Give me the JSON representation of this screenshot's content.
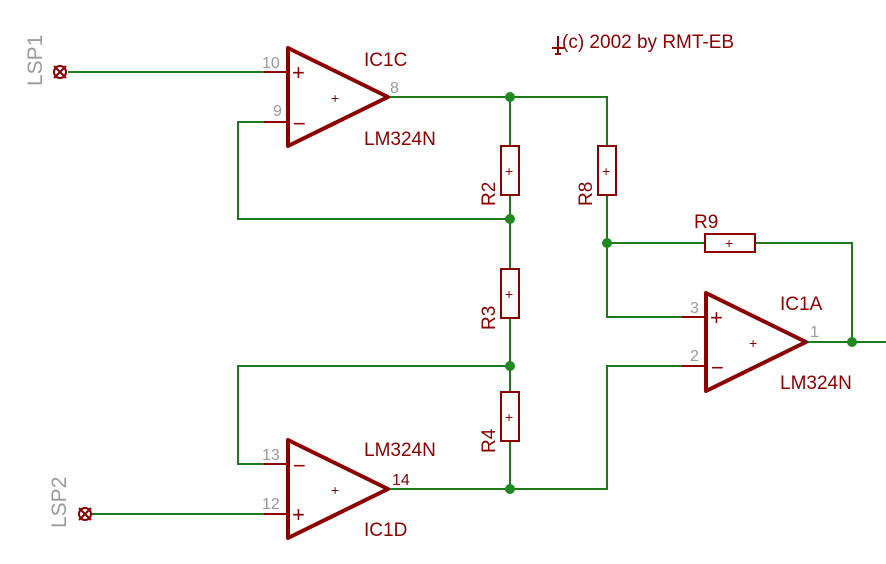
{
  "copyright": "(c) 2002 by RMT-EB",
  "connectors": {
    "lsp1": "LSP1",
    "lsp2": "LSP2"
  },
  "opamps": {
    "ic1c": {
      "name": "IC1C",
      "value": "LM324N",
      "pin_plus": "10",
      "pin_minus": "9",
      "pin_out": "8"
    },
    "ic1d": {
      "name": "IC1D",
      "value": "LM324N",
      "pin_plus": "12",
      "pin_minus": "13",
      "pin_out": "14"
    },
    "ic1a": {
      "name": "IC1A",
      "value": "LM324N",
      "pin_plus": "3",
      "pin_minus": "2",
      "pin_out": "1"
    }
  },
  "resistors": {
    "r2": "R2",
    "r3": "R3",
    "r4": "R4",
    "r8": "R8",
    "r9": "R9"
  },
  "symbols": {
    "plus": "+",
    "minus": "−"
  },
  "colors": {
    "wire": "#1f7a1f",
    "component": "#8b0000",
    "pin_label": "#9a9a9a",
    "junction": "#1f8a1f"
  }
}
